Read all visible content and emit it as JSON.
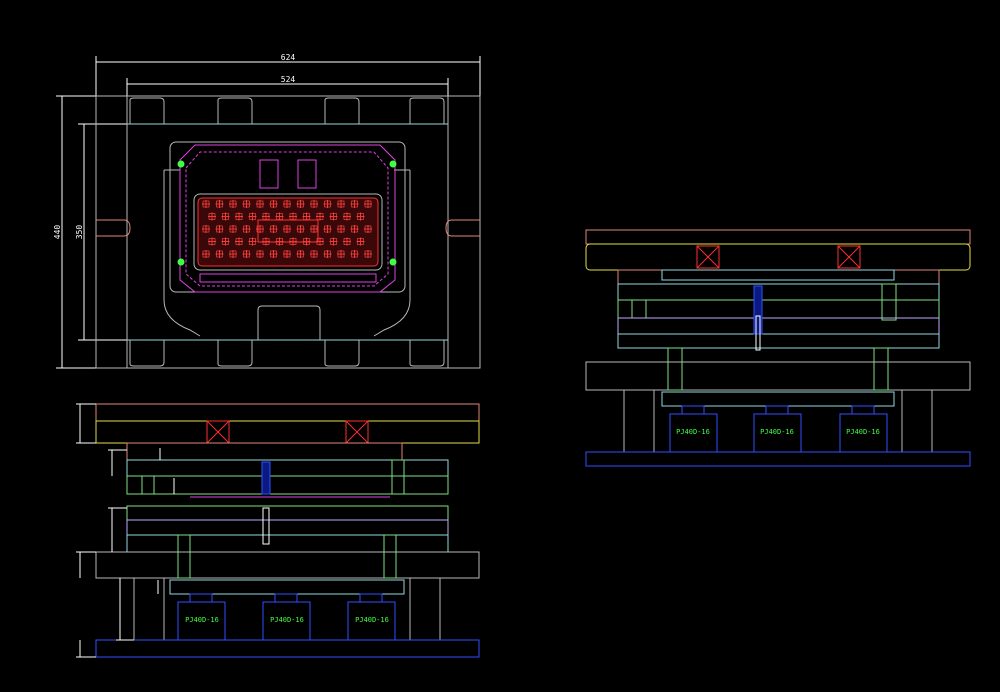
{
  "drawing": {
    "plan_view": {
      "dim_outer_width": "624",
      "dim_inner_width": "524",
      "dim_outer_height": "440",
      "dim_inner_height": "350"
    },
    "front_view": {
      "block_labels": [
        "PJ40D-16",
        "PJ40D-16",
        "PJ40D-16"
      ]
    },
    "side_view": {
      "block_labels": [
        "PJ40D-16",
        "PJ40D-16",
        "PJ40D-16"
      ]
    }
  },
  "colors": {
    "background": "#000000",
    "white": "#ffffff",
    "cyan": "#8fd8e0",
    "green": "#7fe07f",
    "magenta": "#e040e0",
    "red": "#ff3030",
    "blue": "#3050ff",
    "salmon": "#e08878",
    "yellow": "#e0e040",
    "lavender": "#c0a8ff",
    "gray": "#b8b8b8",
    "label_green": "#40ff40"
  }
}
